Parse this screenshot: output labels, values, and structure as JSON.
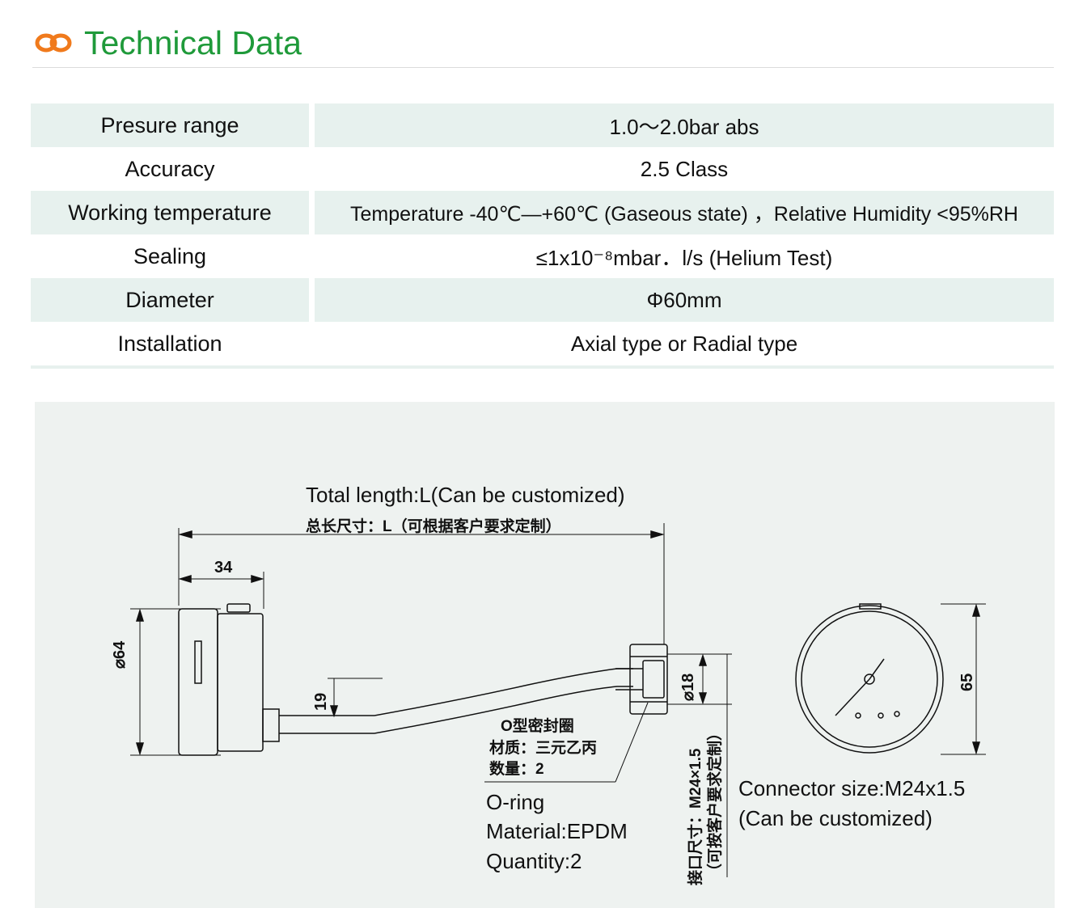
{
  "header": {
    "title": "Technical Data",
    "logo_icon": "double-ring-icon",
    "accent_color": "#1f9a3a",
    "logo_color": "#f07a1c"
  },
  "specs": [
    {
      "label": "Presure range",
      "value": "1.0～2.0bar abs"
    },
    {
      "label": "Accuracy",
      "value": "2.5 Class"
    },
    {
      "label": "Working temperature",
      "value": "Temperature -40℃—+60℃ (Gaseous state) ，Relative Humidity <95%RH"
    },
    {
      "label": "Sealing",
      "value": "≤1x10⁻⁸mbar．l/s (Helium Test)"
    },
    {
      "label": "Diameter",
      "value": "Φ60mm"
    },
    {
      "label": "Installation",
      "value": "Axial type or Radial type"
    }
  ],
  "drawing": {
    "total_length_en": "Total length:L(Can be customized)",
    "total_length_cn": "总长尺寸：L（可根据客户要求定制）",
    "dim_34": "34",
    "dim_64": "⌀64",
    "dim_19": "19",
    "dim_18": "⌀18",
    "dim_65": "65",
    "oring_cn_1": "O型密封圈",
    "oring_cn_2": "材质：三元乙丙",
    "oring_cn_3": "数量：2",
    "oring_en_1": "O-ring",
    "oring_en_2": "Material:EPDM",
    "oring_en_3": "Quantity:2",
    "connector_cn_1": "接口尺寸：M24×1.5",
    "connector_cn_2": "（可按客户要求定制）",
    "connector_en_1": "Connector size:M24x1.5",
    "connector_en_2": "(Can be customized)"
  }
}
